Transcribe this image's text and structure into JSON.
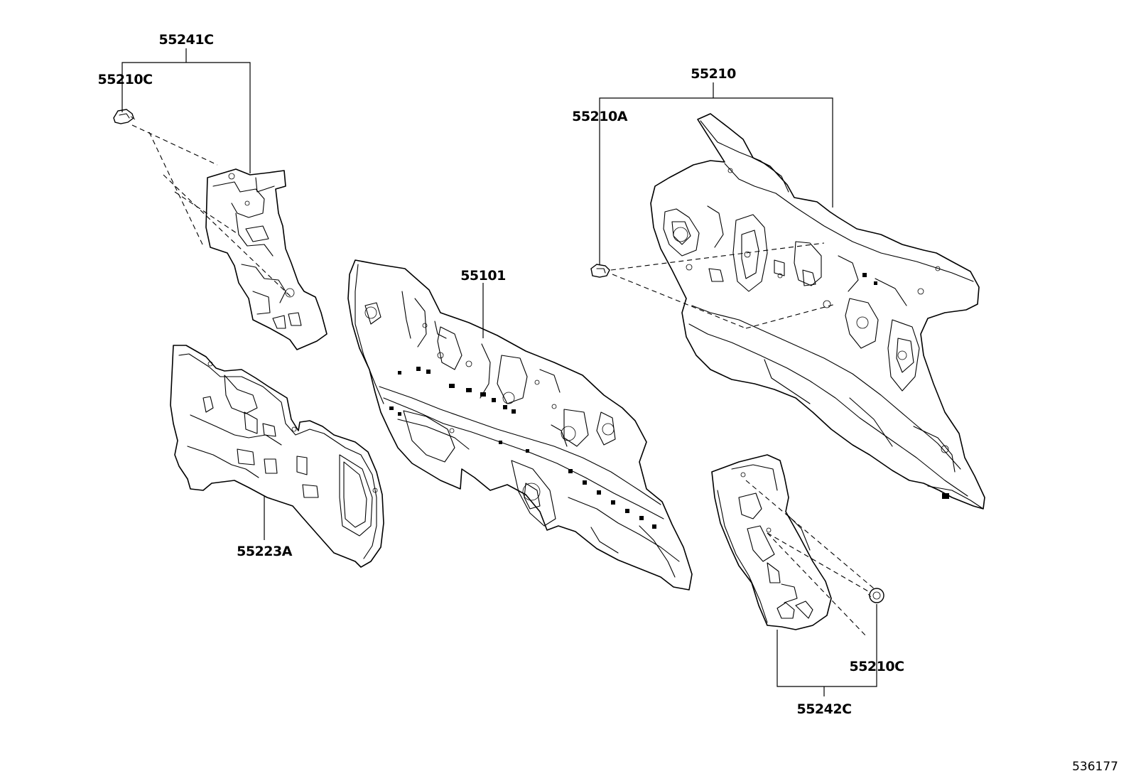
{
  "callouts": {
    "p55241C": "55241C",
    "p55210C_top": "55210C",
    "p55210": "55210",
    "p55210A": "55210A",
    "p55101": "55101",
    "p55223A": "55223A",
    "p55210C_bottom": "55210C",
    "p55242C": "55242C"
  },
  "illustration_code": "536177"
}
